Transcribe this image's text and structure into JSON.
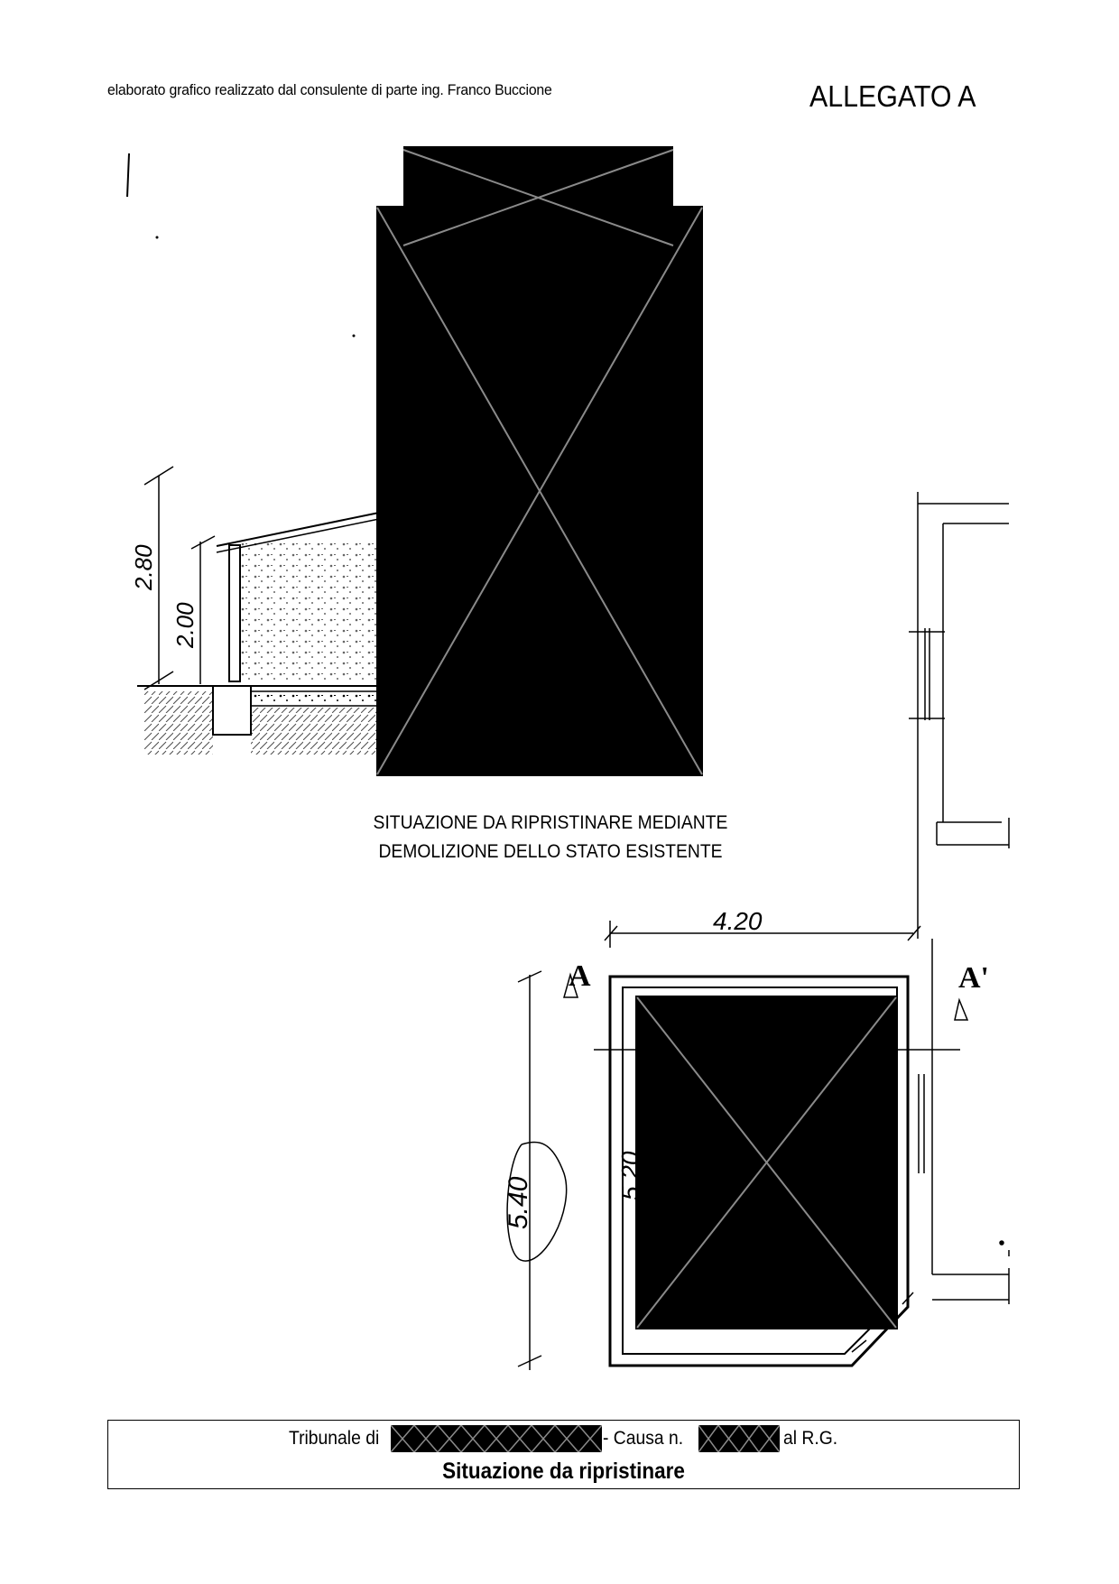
{
  "header": {
    "note": "elaborato grafico realizzato dal consulente di parte ing. Franco Buccione",
    "attachment": "ALLEGATO A"
  },
  "caption": {
    "line1": "SITUAZIONE DA RIPRISTINARE MEDIANTE",
    "line2": "DEMOLIZIONE DELLO STATO ESISTENTE"
  },
  "section_dims": {
    "total_height": "2.80",
    "wall_height": "2.00"
  },
  "plan_dims": {
    "width": "4.20",
    "outer_length": "5.40",
    "inner_length": "5.20",
    "section_mark_left": "A",
    "section_mark_right": "A'"
  },
  "title_block": {
    "court_prefix": "Tribunale di",
    "case_label": "- Causa n.",
    "rg_suffix": "al R.G.",
    "subject": "Situazione da ripristinare"
  },
  "colors": {
    "ink": "#000000",
    "redaction_cross": "#8a8a8a"
  }
}
